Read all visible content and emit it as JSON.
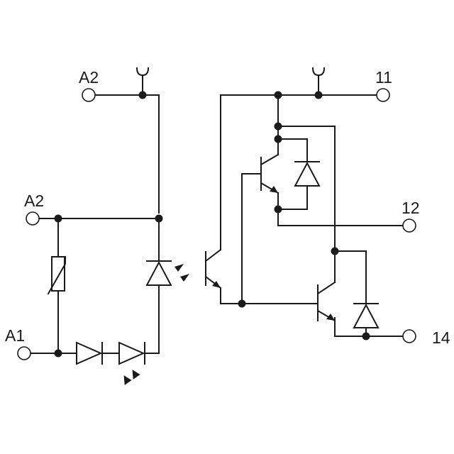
{
  "labels": {
    "a2_top": "A2",
    "a2_mid": "A2",
    "a1": "A1",
    "t11": "11",
    "t12": "12",
    "t14": "14"
  },
  "colors": {
    "line": "#1a1a1a",
    "background": "#ffffff"
  },
  "icons": [
    "ground-fork-icon",
    "varistor-icon",
    "diode-icon",
    "led-icon",
    "photodiode-icon",
    "phototransistor-icon",
    "npn-transistor-icon"
  ]
}
